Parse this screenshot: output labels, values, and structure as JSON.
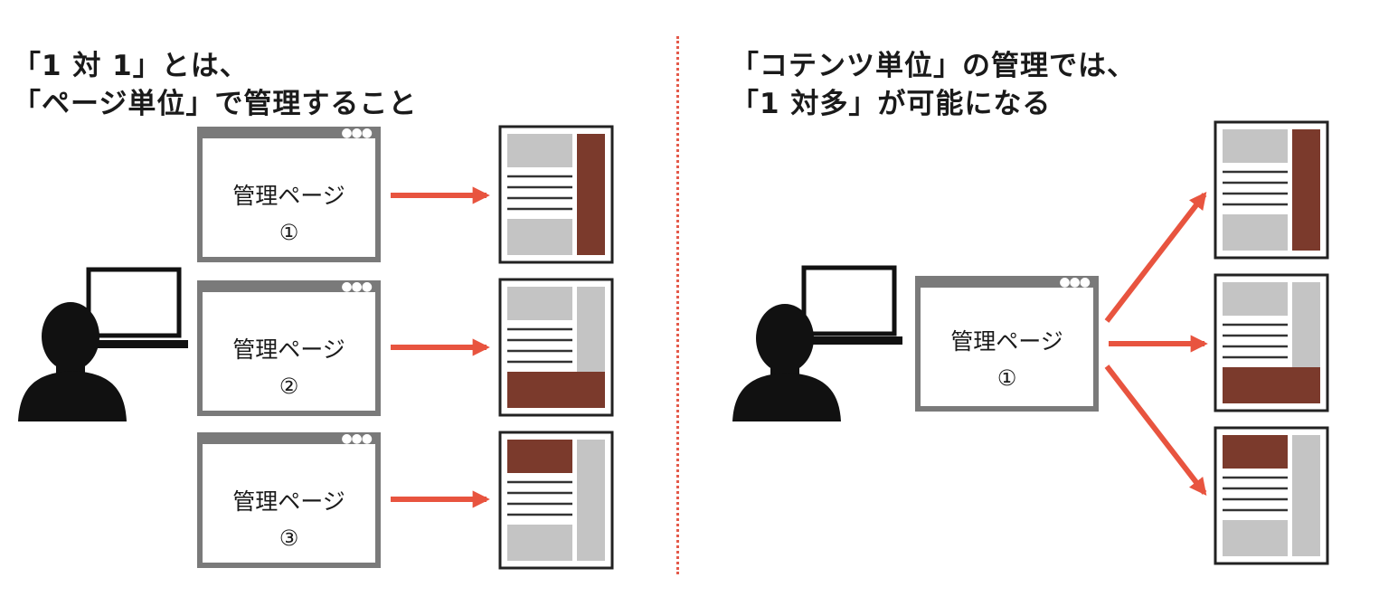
{
  "left": {
    "heading": [
      "「1 対 1」とは、",
      "「ページ単位」で管理すること"
    ],
    "pages": [
      {
        "label": "管理ページ",
        "num": "①"
      },
      {
        "label": "管理ページ",
        "num": "②"
      },
      {
        "label": "管理ページ",
        "num": "③"
      }
    ]
  },
  "right": {
    "heading": [
      "「コテンツ単位」の管理では、",
      "「1 対多」が可能になる"
    ],
    "page": {
      "label": "管理ページ",
      "num": "①"
    }
  },
  "colors": {
    "arrow": "#e8543f",
    "divider": "#e45a4a",
    "accent_block": "#7b3a2c",
    "gray_block": "#c4c4c4",
    "frame": "#7a7a7a",
    "silhouette": "#111111"
  },
  "icons": [
    "person-silhouette-icon",
    "laptop-icon",
    "browser-window-icon",
    "document-layout-icon",
    "arrow-right-icon"
  ]
}
